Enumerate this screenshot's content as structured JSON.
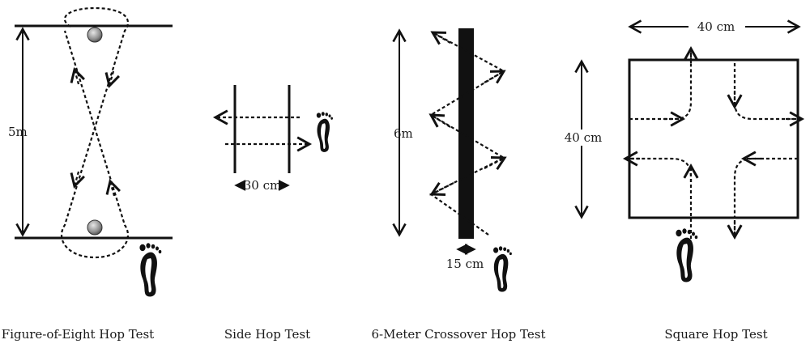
{
  "panels": {
    "figure_eight": {
      "distance_label": "5m",
      "caption": "Figure-of-Eight Hop Test"
    },
    "side_hop": {
      "width_label": "30 cm",
      "caption": "Side Hop Test"
    },
    "crossover": {
      "distance_label": "6m",
      "strip_label": "15 cm",
      "caption": "6-Meter Crossover Hop Test"
    },
    "square": {
      "width_label": "40 cm",
      "height_label": "40 cm",
      "caption": "Square Hop Test"
    }
  },
  "colors": {
    "ink": "#111111",
    "ball": "#9a9a9a"
  },
  "icons": [
    "footprint-icon",
    "cone-ball-icon"
  ]
}
